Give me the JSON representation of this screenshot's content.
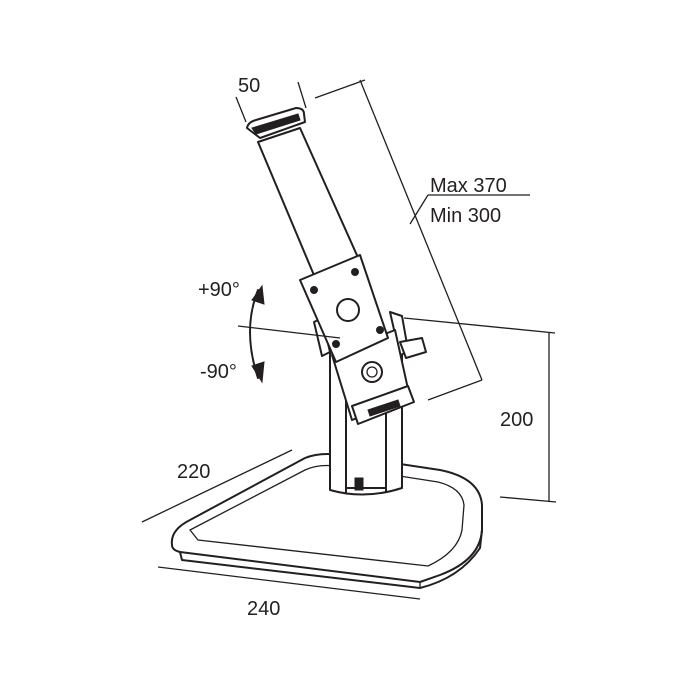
{
  "dimensions": {
    "top_width": "50",
    "length_max": "Max 370",
    "length_min": "Min 300",
    "rotation_plus": "+90°",
    "rotation_minus": "-90°",
    "height": "200",
    "base_depth": "220",
    "base_width": "240"
  },
  "colors": {
    "ink": "#231f20",
    "background": "#ffffff"
  }
}
